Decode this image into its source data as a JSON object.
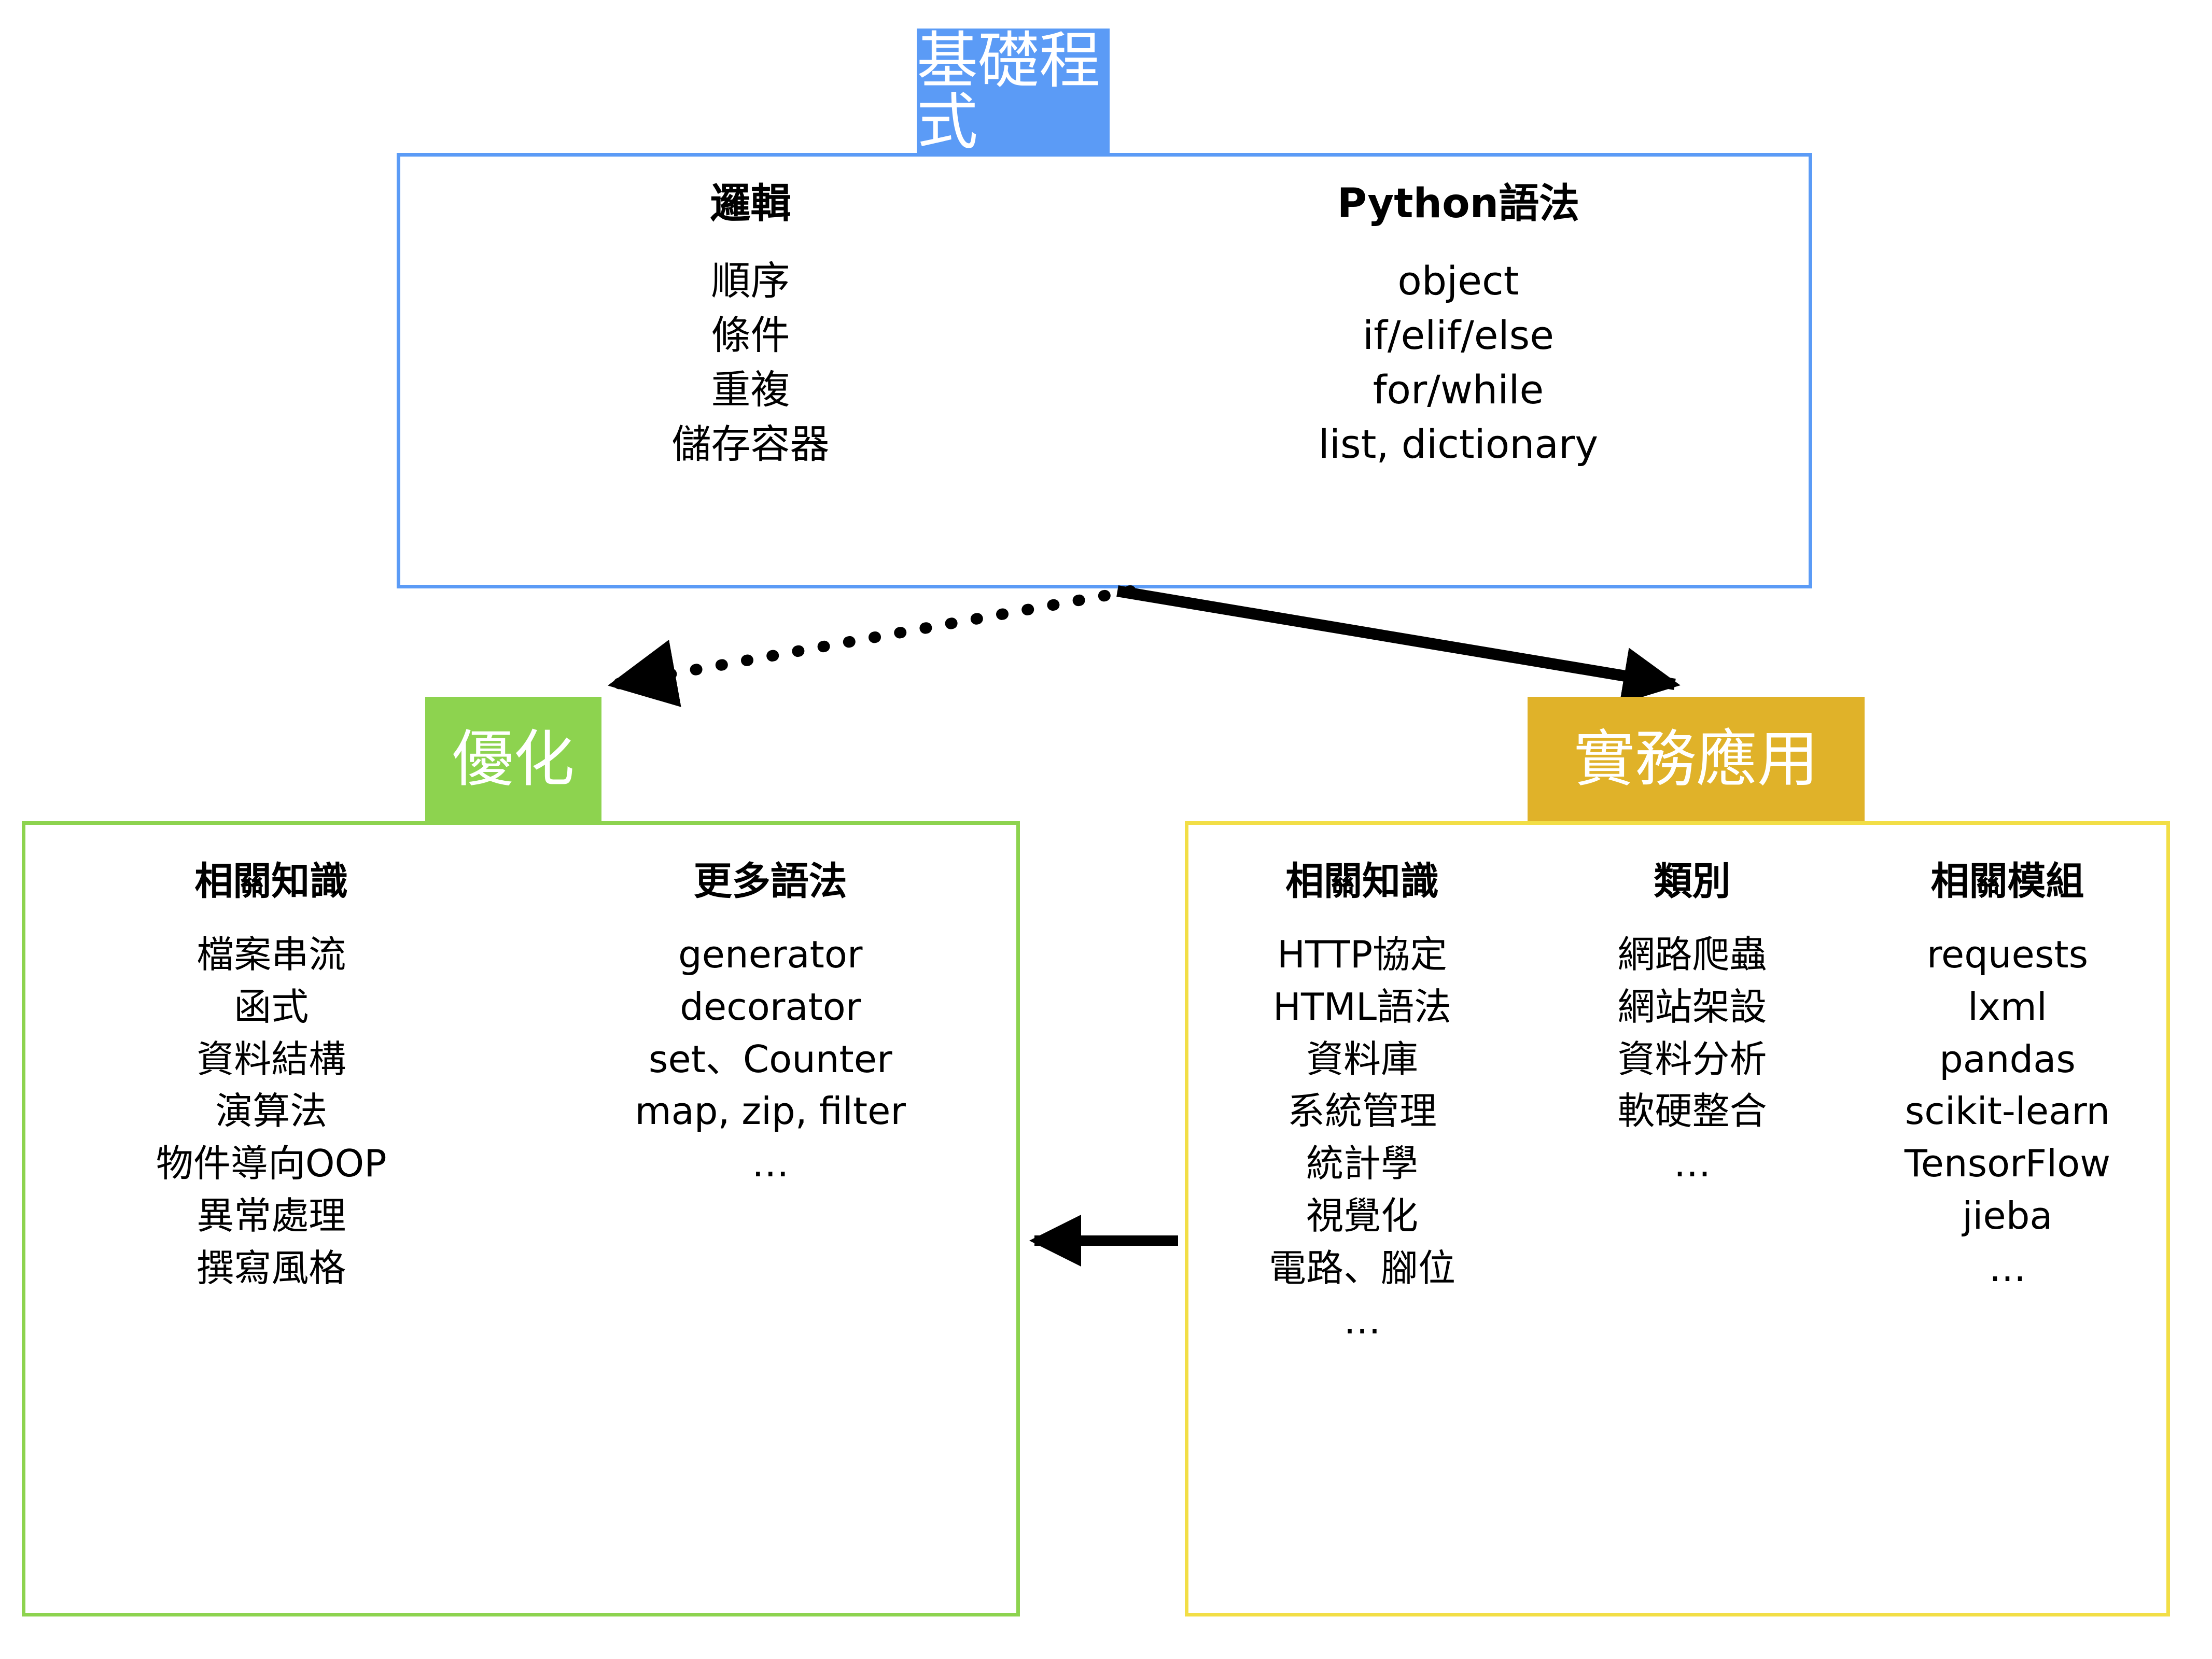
{
  "colors": {
    "blue": "#5b9bf6",
    "green": "#8dd34f",
    "gold": "#e0b229",
    "yellow_border": "#f2de46",
    "arrow": "#000000",
    "text": "#000000",
    "badge_text": "#ffffff"
  },
  "sections": {
    "basics": {
      "badge_label": "基礎程式",
      "columns": [
        {
          "header": "邏輯",
          "items": [
            "順序",
            "條件",
            "重複",
            "儲存容器"
          ]
        },
        {
          "header": "Python語法",
          "items": [
            "object",
            "if/elif/else",
            "for/while",
            "list, dictionary"
          ]
        }
      ]
    },
    "optimization": {
      "badge_label": "優化",
      "columns": [
        {
          "header": "相關知識",
          "items": [
            "檔案串流",
            "函式",
            "資料結構",
            "演算法",
            "物件導向OOP",
            "異常處理",
            "撰寫風格"
          ]
        },
        {
          "header": "更多語法",
          "items": [
            "generator",
            "decorator",
            "set、Counter",
            "map, zip, filter",
            "…"
          ]
        }
      ]
    },
    "practice": {
      "badge_label": "實務應用",
      "columns": [
        {
          "header": "相關知識",
          "items": [
            "HTTP協定",
            "HTML語法",
            "資料庫",
            "系統管理",
            "統計學",
            "視覺化",
            "電路、腳位",
            "…"
          ]
        },
        {
          "header": "類別",
          "items": [
            "網路爬蟲",
            "網站架設",
            "資料分析",
            "軟硬整合",
            "…"
          ]
        },
        {
          "header": "相關模組",
          "items": [
            "requests",
            "lxml",
            "pandas",
            "scikit-learn",
            "TensorFlow",
            "jieba",
            "…"
          ]
        }
      ]
    }
  },
  "arrows": [
    {
      "id": "basics-to-optimization",
      "style": "dotted",
      "direction": "down-left"
    },
    {
      "id": "basics-to-practice",
      "style": "solid",
      "direction": "down-right"
    },
    {
      "id": "practice-to-optimization",
      "style": "solid",
      "direction": "left"
    }
  ]
}
